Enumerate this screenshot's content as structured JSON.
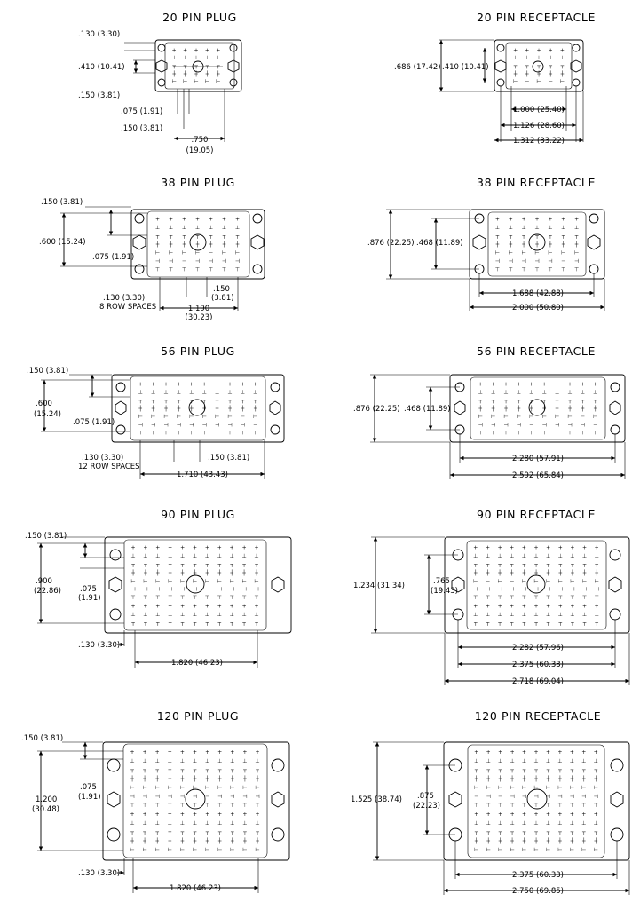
{
  "drawings": [
    {
      "title": "20 PIN PLUG",
      "dims": [
        ".130 (3.30)",
        ".410 (10.41)",
        ".150 (3.81)",
        ".075 (1.91)",
        ".150 (3.81)",
        ".750",
        "(19.05)"
      ]
    },
    {
      "title": "20 PIN RECEPTACLE",
      "dims": [
        ".686 (17.42)",
        ".410 (10.41)",
        "1.000 (25.40)",
        "1.126 (28.60)",
        "1.312 (33.22)"
      ]
    },
    {
      "title": "38 PIN PLUG",
      "dims": [
        ".150 (3.81)",
        ".600 (15.24)",
        ".075 (1.91)",
        ".130 (3.30)",
        "8 ROW SPACES",
        ".150",
        "(3.81)",
        "1.190",
        "(30.23)"
      ]
    },
    {
      "title": "38 PIN RECEPTACLE",
      "dims": [
        ".876 (22.25)",
        ".468 (11.89)",
        "1.688 (42.88)",
        "2.000 (50.80)"
      ]
    },
    {
      "title": "56 PIN PLUG",
      "dims": [
        ".150 (3.81)",
        ".600",
        "(15.24)",
        ".075 (1.91)",
        ".130 (3.30)",
        "12 ROW SPACES",
        ".150 (3.81)",
        "1.710 (43.43)"
      ]
    },
    {
      "title": "56 PIN RECEPTACLE",
      "dims": [
        ".876 (22.25)",
        ".468 (11.89)",
        "2.280 (57.91)",
        "2.592 (65.84)"
      ]
    },
    {
      "title": "90 PIN PLUG",
      "dims": [
        ".150 (3.81)",
        ".900",
        "(22.86)",
        ".075",
        "(1.91)",
        ".130 (3.30)",
        "1.820 (46.23)"
      ]
    },
    {
      "title": "90 PIN RECEPTACLE",
      "dims": [
        "1.234 (31.34)",
        ".765",
        "(19.43)",
        "2.282 (57.96)",
        "2.375 (60.33)",
        "2.718 (69.04)"
      ]
    },
    {
      "title": "120 PIN PLUG",
      "dims": [
        ".150 (3.81)",
        ".075",
        "(1.91)",
        "1.200",
        "(30.48)",
        ".130 (3.30)",
        "1.820 (46.23)"
      ]
    },
    {
      "title": "120 PIN RECEPTACLE",
      "dims": [
        "1.525 (38.74)",
        ".875",
        "(22.23)",
        "2.375 (60.33)",
        "2.750 (69.85)"
      ]
    }
  ]
}
